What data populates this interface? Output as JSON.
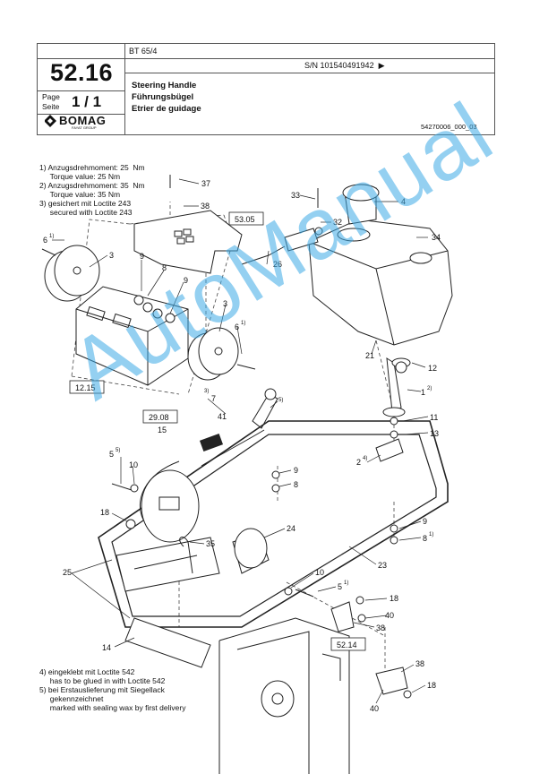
{
  "header": {
    "model": "BT 65/4",
    "section_number": "52.16",
    "page_label_de": "Seite",
    "page_label_en": "Page",
    "page_value": "1 / 1",
    "serial": "S/N 101540491942",
    "serial_arrow": "▶",
    "title_en": "Steering Handle",
    "title_de": "Führungsbügel",
    "title_fr": "Etrier de guidage",
    "logo_text": "BOMAG",
    "logo_sub": "FAYAT GROUP",
    "doc_code": "54270006_000_03"
  },
  "notes_top": [
    "1) Anzugsdrehmoment: 25  Nm",
    "     Torque value: 25 Nm",
    "2) Anzugsdrehmoment: 35  Nm",
    "     Torque value: 35 Nm",
    "3) gesichert mit Loctite 243",
    "     secured with Loctite 243"
  ],
  "notes_bottom": [
    "4) eingeklebt mit Loctite 542",
    "     has to be glued in with Loctite 542",
    "5) bei Erstauslieferung mit Siegellack",
    "     gekennzeichnet",
    "     marked with sealing wax by first delivery"
  ],
  "ref_boxes": [
    "53.05",
    "12.15",
    "29.08",
    "52.14"
  ],
  "callouts": {
    "c37": "37",
    "c38a": "38",
    "c33": "33",
    "c4": "4",
    "c32": "32",
    "c34": "34",
    "c6a": "6",
    "c3a": "3",
    "c9a": "9",
    "c8a": "8",
    "c9b": "9",
    "c26": "26",
    "c3b": "3",
    "c6b": "6",
    "c21": "21",
    "c12": "12",
    "c1": "1",
    "c7": "7",
    "c5a": "5",
    "c41": "41",
    "c15": "15",
    "c11": "11",
    "c13": "13",
    "c2": "2",
    "c5b": "5",
    "c10a": "10",
    "c9c": "9",
    "c8b": "8",
    "c18a": "18",
    "c35": "35",
    "c24": "24",
    "c9d": "9",
    "c8c": "8",
    "c25": "25",
    "c23": "23",
    "c10b": "10",
    "c5c": "5",
    "c18b": "18",
    "c40a": "40",
    "c38b": "38",
    "c14": "14",
    "c38c": "38",
    "c18c": "18",
    "c40b": "40"
  },
  "footnote_marks": {
    "one": "1)",
    "two": "2)",
    "three": "3)",
    "four": "4)",
    "five": "5)"
  },
  "watermark": "AutoManual"
}
